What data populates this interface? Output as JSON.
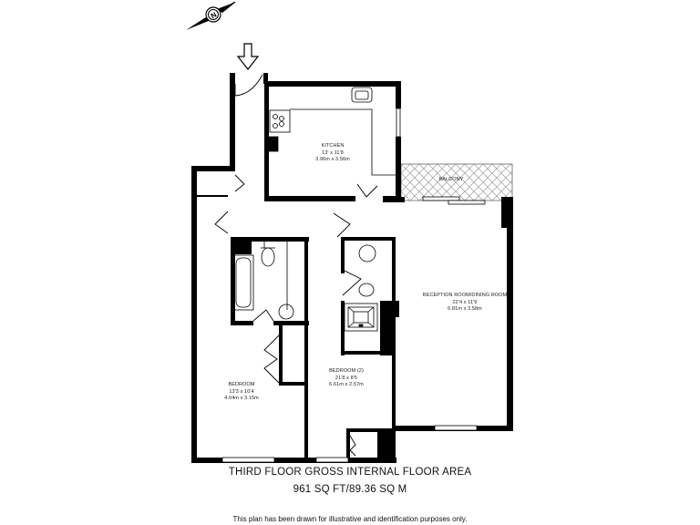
{
  "compass": {
    "icon": "north-compass-icon",
    "letter": "N"
  },
  "entrance": {
    "icon": "entrance-arrow-icon"
  },
  "rooms": {
    "kitchen": {
      "name": "KITCHEN",
      "imperial": "13' x 11'8",
      "metric": "3.96m x 3.56m"
    },
    "balcony": {
      "name": "BALCONY"
    },
    "reception": {
      "name": "RECEPTION ROOM/DINING ROOM",
      "imperial": "22'4 x 11'9",
      "metric": "6.81m x 3.58m"
    },
    "bedroom": {
      "name": "BEDROOM",
      "imperial": "13'3 x 10'4",
      "metric": "4.04m x 3.15m"
    },
    "bedroom2": {
      "name": "BEDROOM (2)",
      "imperial": "21'8 x 8'5",
      "metric": "6.61m x 2.57m"
    }
  },
  "caption": {
    "title": "THIRD FLOOR GROSS INTERNAL FLOOR AREA",
    "area": "961 SQ FT/89.36 SQ M",
    "disclaimer": "This plan has been drawn for illustrative and identification purposes only."
  },
  "colors": {
    "wall": "#000000",
    "background": "#ffffff",
    "fixture": "#555555"
  }
}
